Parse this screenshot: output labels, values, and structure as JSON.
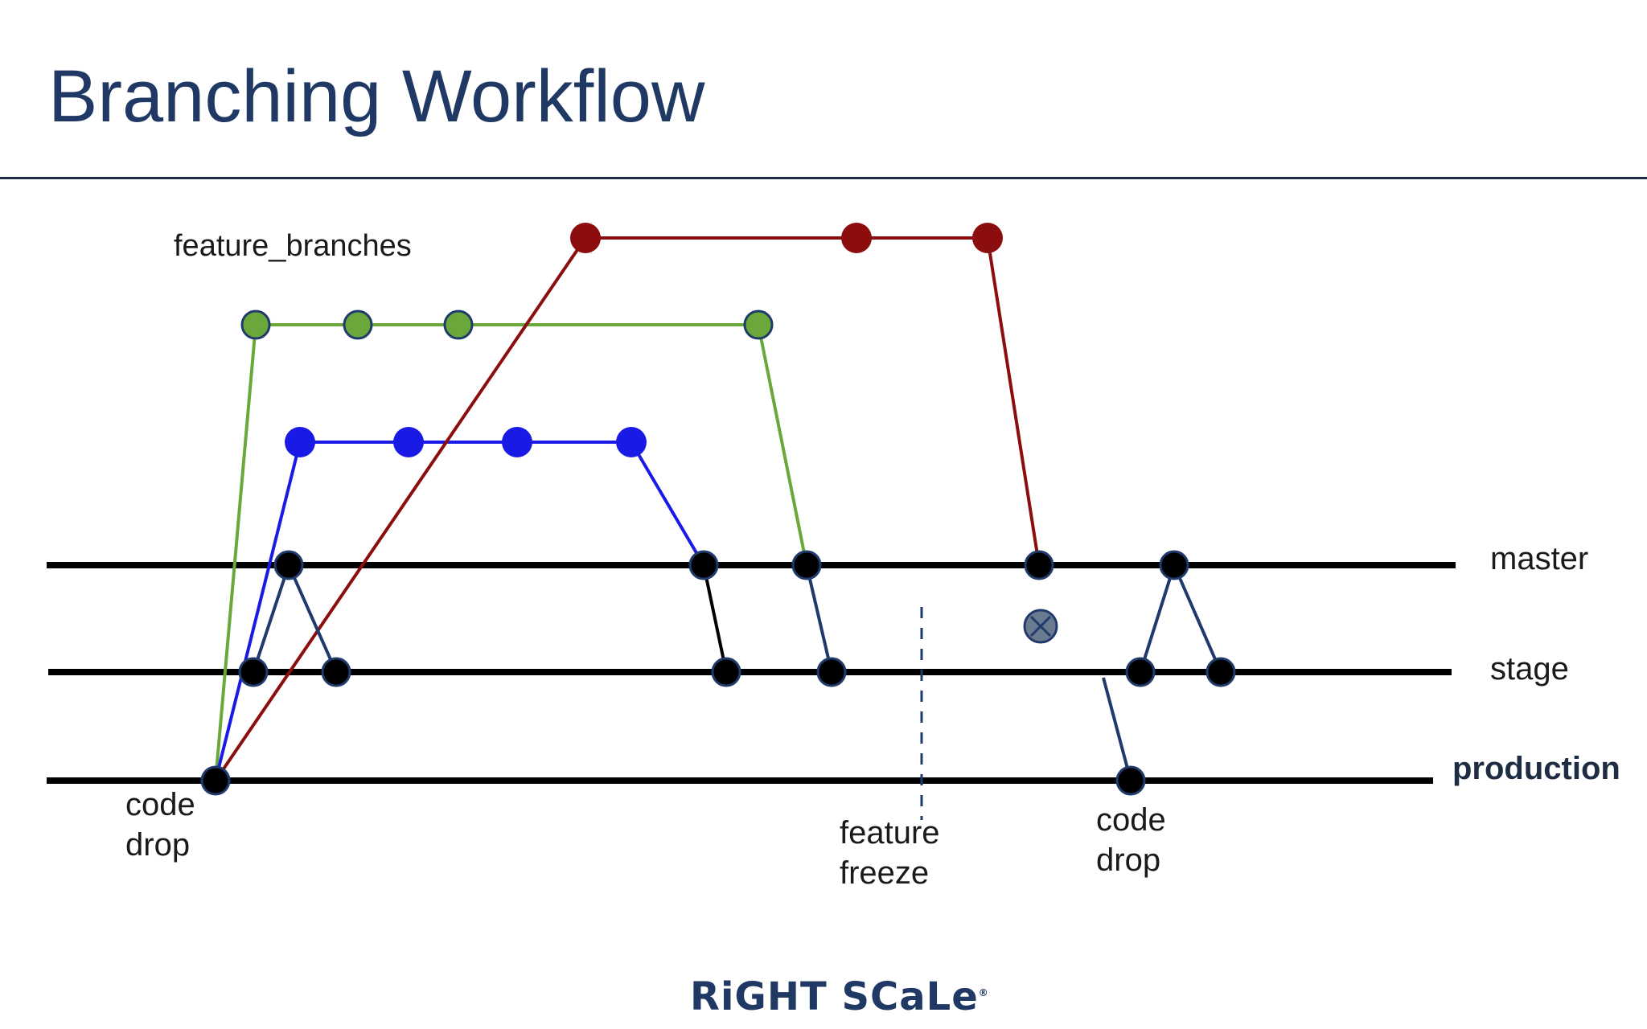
{
  "slide": {
    "title": "Branching Workflow"
  },
  "branches": {
    "heading": "feature_branches",
    "master": "master",
    "stage": "stage",
    "production": "production"
  },
  "annotations": {
    "code_drop_left_line1": "code",
    "code_drop_left_line2": "drop",
    "feature_freeze_line1": "feature",
    "feature_freeze_line2": "freeze",
    "code_drop_right_line1": "code",
    "code_drop_right_line2": "drop"
  },
  "logo": {
    "text": "RiGHT SCaLe",
    "mark": "®"
  },
  "colors": {
    "title": "#1f3864",
    "mainline": "#000000",
    "red_branch": "#8b0d0d",
    "green_branch": "#6aa83c",
    "blue_branch": "#1a1ae6",
    "connector": "#1f3a6b",
    "node_stroke": "#1f3a6b",
    "blocked_marker": "#6b7b8f"
  },
  "icons": {
    "blocked_merge": "circled-x-icon"
  }
}
